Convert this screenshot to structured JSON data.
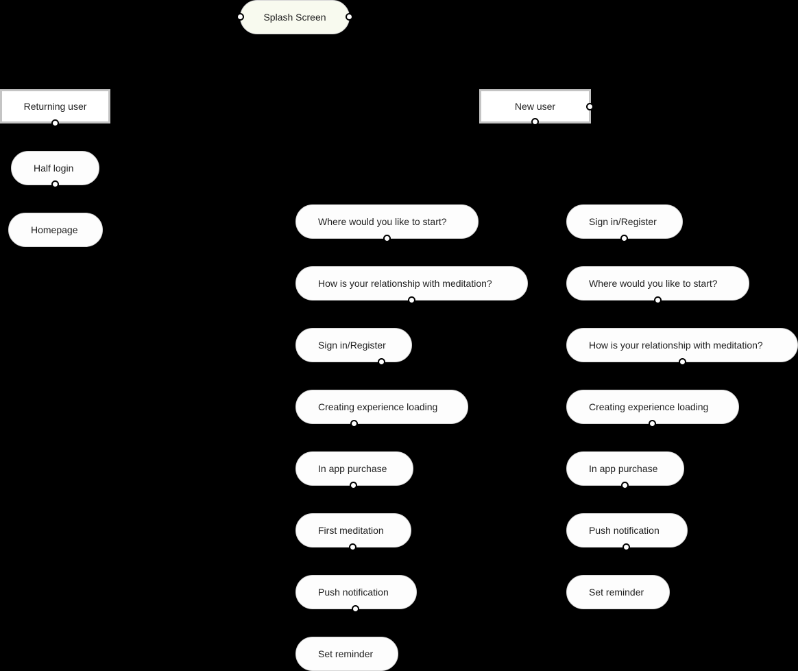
{
  "diagram": {
    "type": "user-flow",
    "start": {
      "label": "Splash Screen"
    },
    "branches": [
      {
        "label": "Returning user",
        "steps": [
          "Half login",
          "Homepage"
        ]
      },
      {
        "label": "New user",
        "paths": [
          {
            "name": "path-a",
            "steps": [
              "Where would you like to start?",
              "How is your relationship with meditation?",
              "Sign in/Register",
              "Creating experience loading",
              "In app purchase",
              "First meditation",
              "Push notification",
              "Set reminder"
            ]
          },
          {
            "name": "path-b",
            "steps": [
              "Sign in/Register",
              "Where would you like to start?",
              "How is your relationship with meditation?",
              "Creating experience loading",
              "In app purchase",
              "Push notification",
              "Set reminder"
            ]
          }
        ]
      }
    ]
  },
  "colors": {
    "background": "#000000",
    "node_fill": "#fdfdfd",
    "splash_fill": "#f8faef",
    "rect_border": "#c4c4c4"
  }
}
